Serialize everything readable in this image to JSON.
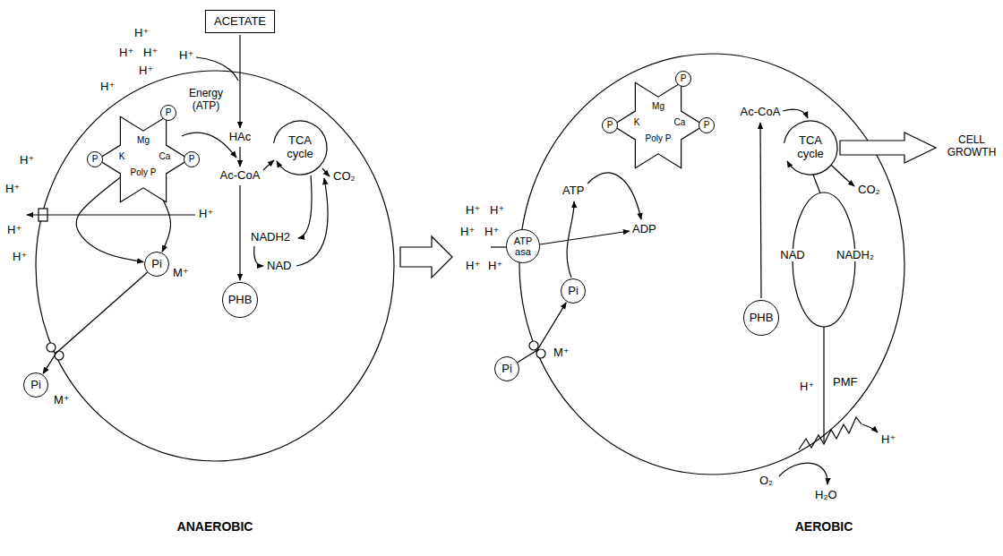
{
  "diagram": {
    "nodes": [
      {
        "text": [
          "ACETATE"
        ]
      },
      {
        "text": [
          "Mg",
          "K",
          "Ca",
          "Poly P"
        ]
      },
      {
        "text": [
          "P"
        ]
      },
      {
        "text": [
          "P"
        ]
      },
      {
        "text": [
          "P"
        ]
      },
      {
        "text": [
          "Pi"
        ]
      },
      {
        "text": [
          "PHB"
        ]
      },
      {
        "text": [
          "Pi"
        ]
      },
      {
        "text": [
          "ATP asa"
        ]
      },
      {
        "text": [
          "Mg",
          "K",
          "Ca",
          "Poly P"
        ]
      },
      {
        "text": [
          "P"
        ]
      },
      {
        "text": [
          "P"
        ]
      },
      {
        "text": [
          "P"
        ]
      },
      {
        "text": [
          "Pi"
        ]
      },
      {
        "text": [
          "Pi"
        ]
      },
      {
        "text": [
          "PHB"
        ]
      }
    ],
    "edges": [
      {
        "from": 1,
        "to": 5,
        "arrow": "to"
      },
      {
        "from": 1,
        "to": 5,
        "arrow": "to"
      },
      {
        "from": 5,
        "to": 7,
        "arrow": "to"
      },
      {
        "from": 14,
        "to": 13,
        "arrow": "to"
      }
    ],
    "labels": [
      "H⁺",
      "H⁺",
      "H⁺",
      "H⁺",
      "H⁺",
      "H⁺",
      "Energy (ATP)",
      "HAc",
      "Ac-CoA",
      "H⁺",
      "H⁺",
      "H⁺",
      "H⁺",
      "H⁺",
      "TCA cycle",
      "NADH2",
      "NAD",
      "CO₂",
      "M⁺",
      "M⁺",
      "ANAEROBIC",
      "H⁺",
      "H⁺",
      "H⁺",
      "H⁺",
      "H⁺",
      "H⁺",
      "ATP",
      "ADP",
      "Ac-CoA",
      "TCA cycle",
      "CO₂",
      "CELL GROWTH",
      "NAD",
      "NADH₂",
      "M⁺",
      "H⁺",
      "PMF",
      "O₂",
      "H⁺",
      "H₂O",
      "AEROBIC"
    ]
  }
}
